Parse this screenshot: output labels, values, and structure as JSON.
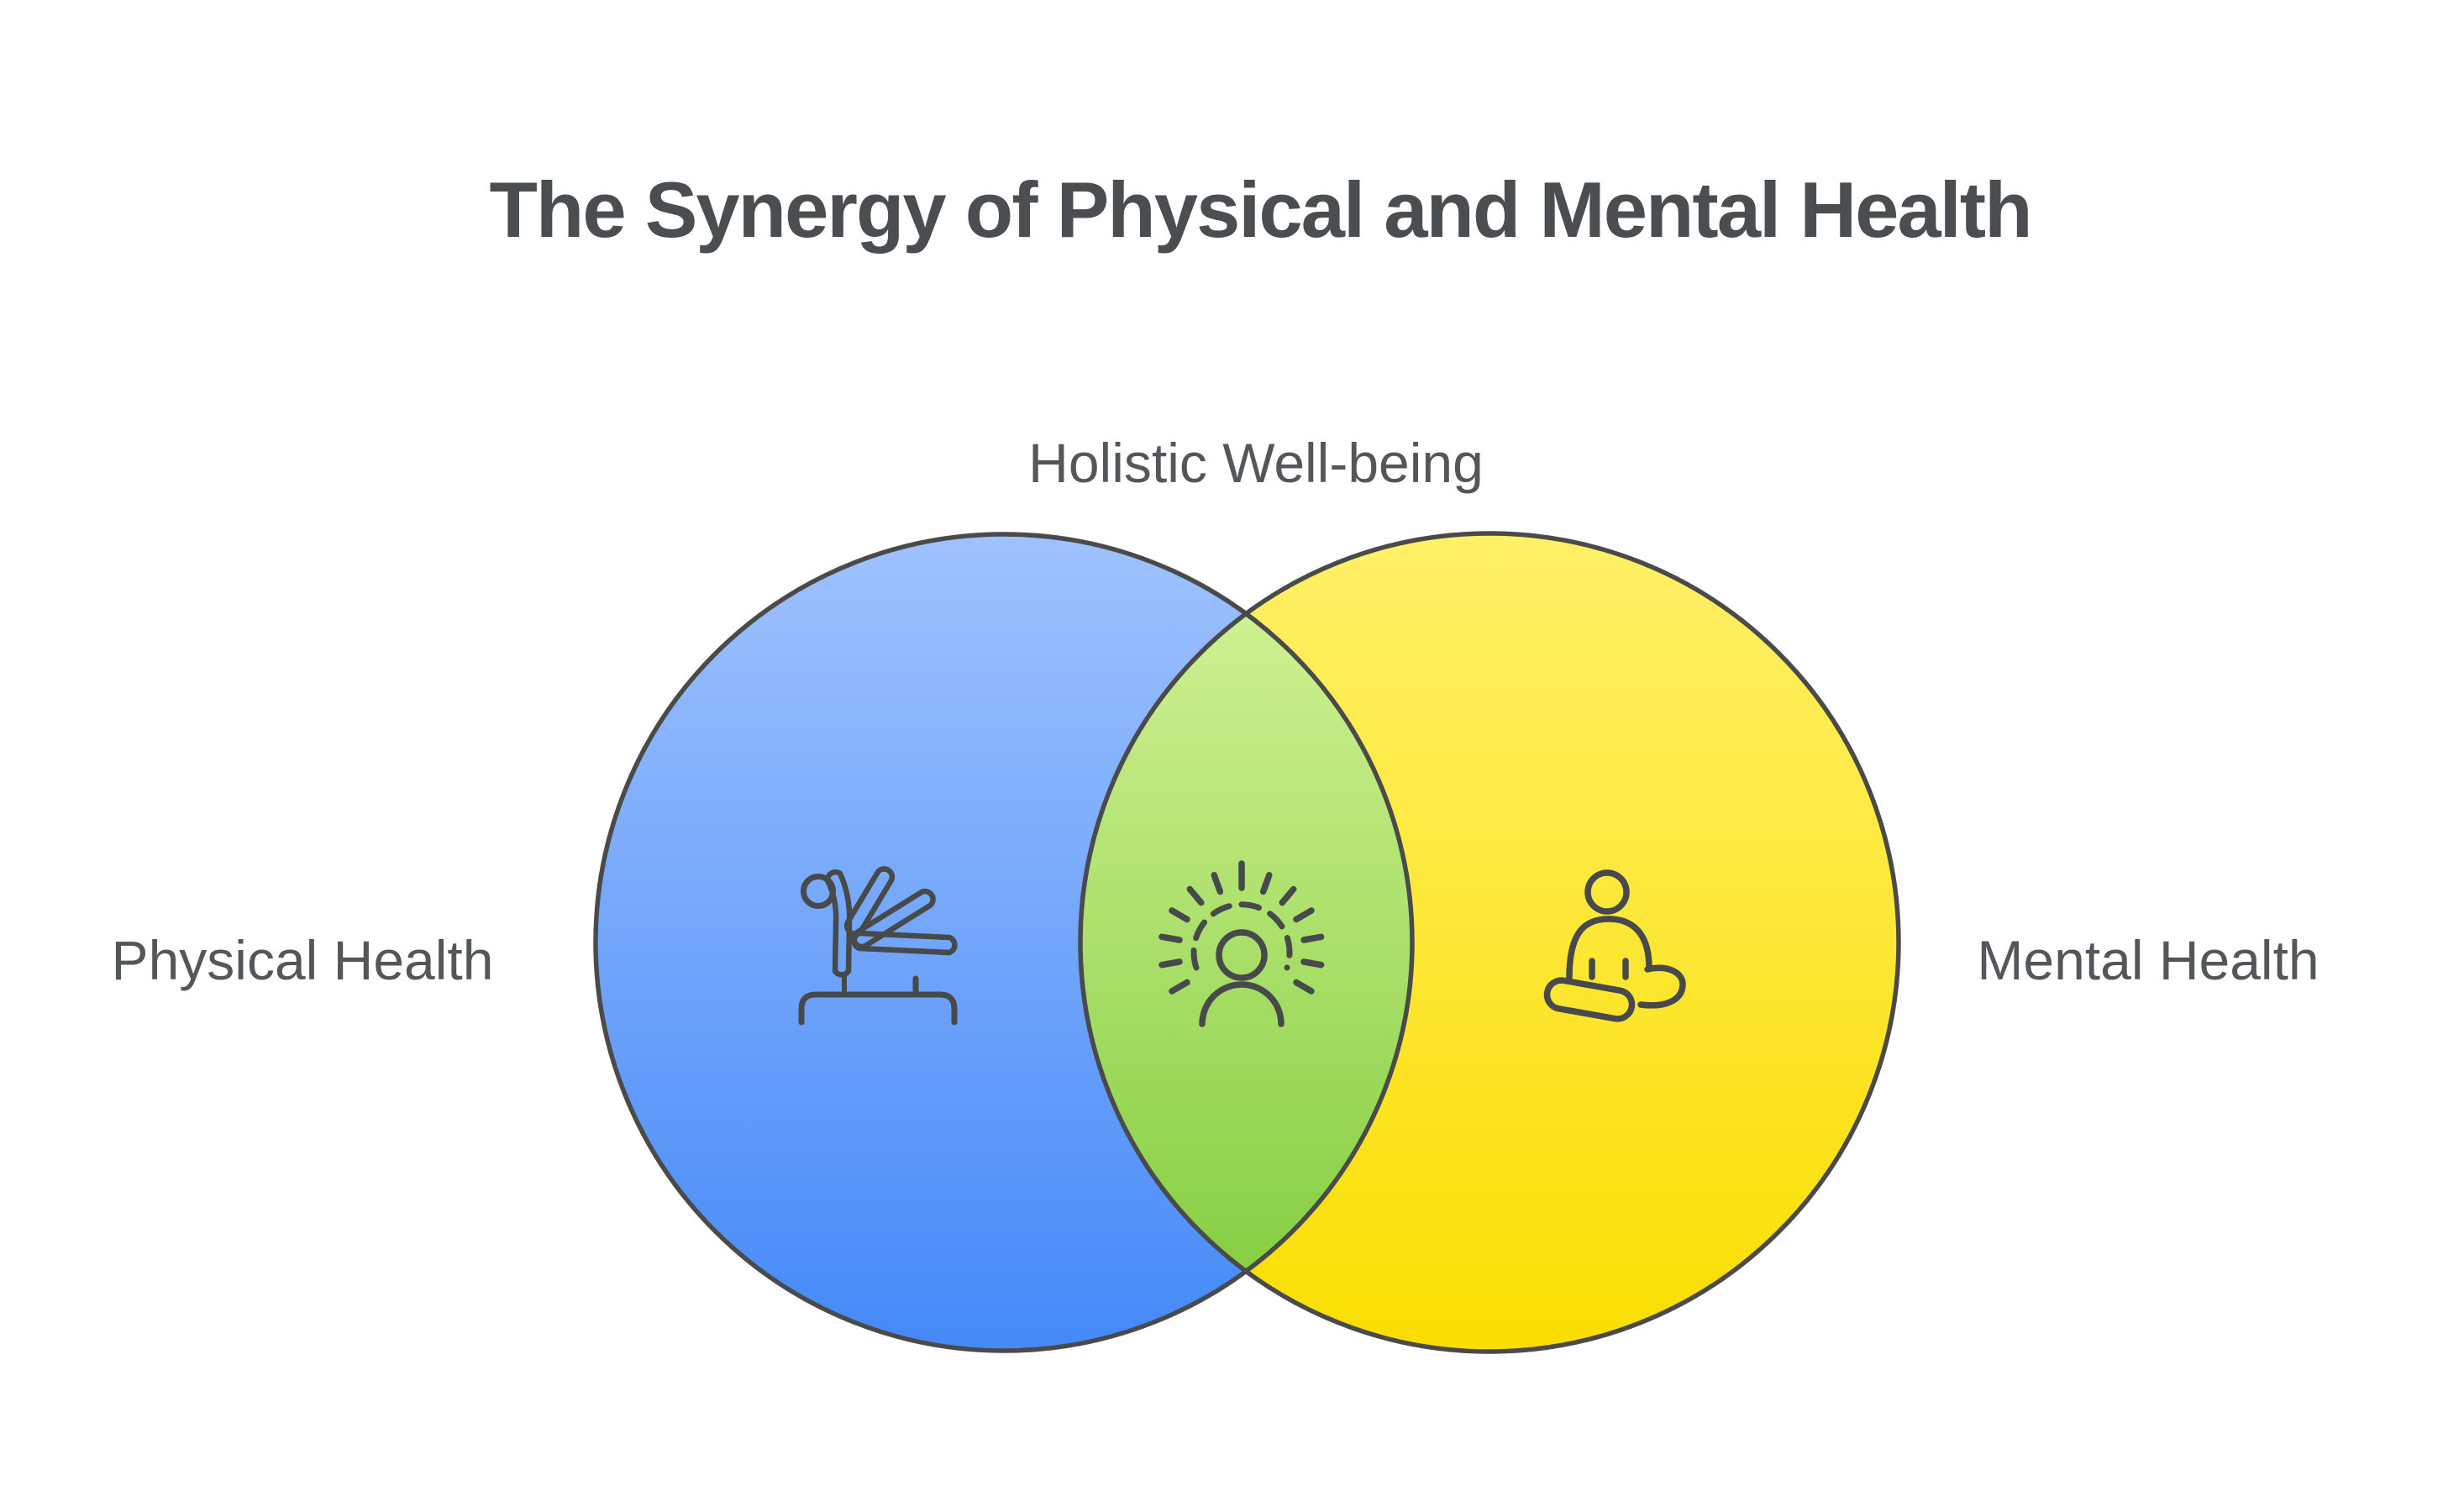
{
  "title": {
    "text": "The Synergy of Physical and Mental Health"
  },
  "venn": {
    "type": "venn-2",
    "left_set": {
      "label": "Physical Health",
      "icon": "exercise-bench-icon",
      "color_top": "#9FC2FD",
      "color_bottom": "#4489F8"
    },
    "right_set": {
      "label": "Mental Health",
      "icon": "meditation-person-icon",
      "color_top": "#FFF068",
      "color_bottom": "#FADE00"
    },
    "intersection": {
      "label": "Holistic Well-being",
      "icon": "radiant-person-icon",
      "color_top": "#D7F49A",
      "color_bottom": "#7ECB3A"
    },
    "outline_color": "#4A4A4A",
    "icon_stroke_color": "#47494B",
    "background_color": "#FFFFFF",
    "title_color": "#4B4E50",
    "label_color": "#54575A"
  }
}
